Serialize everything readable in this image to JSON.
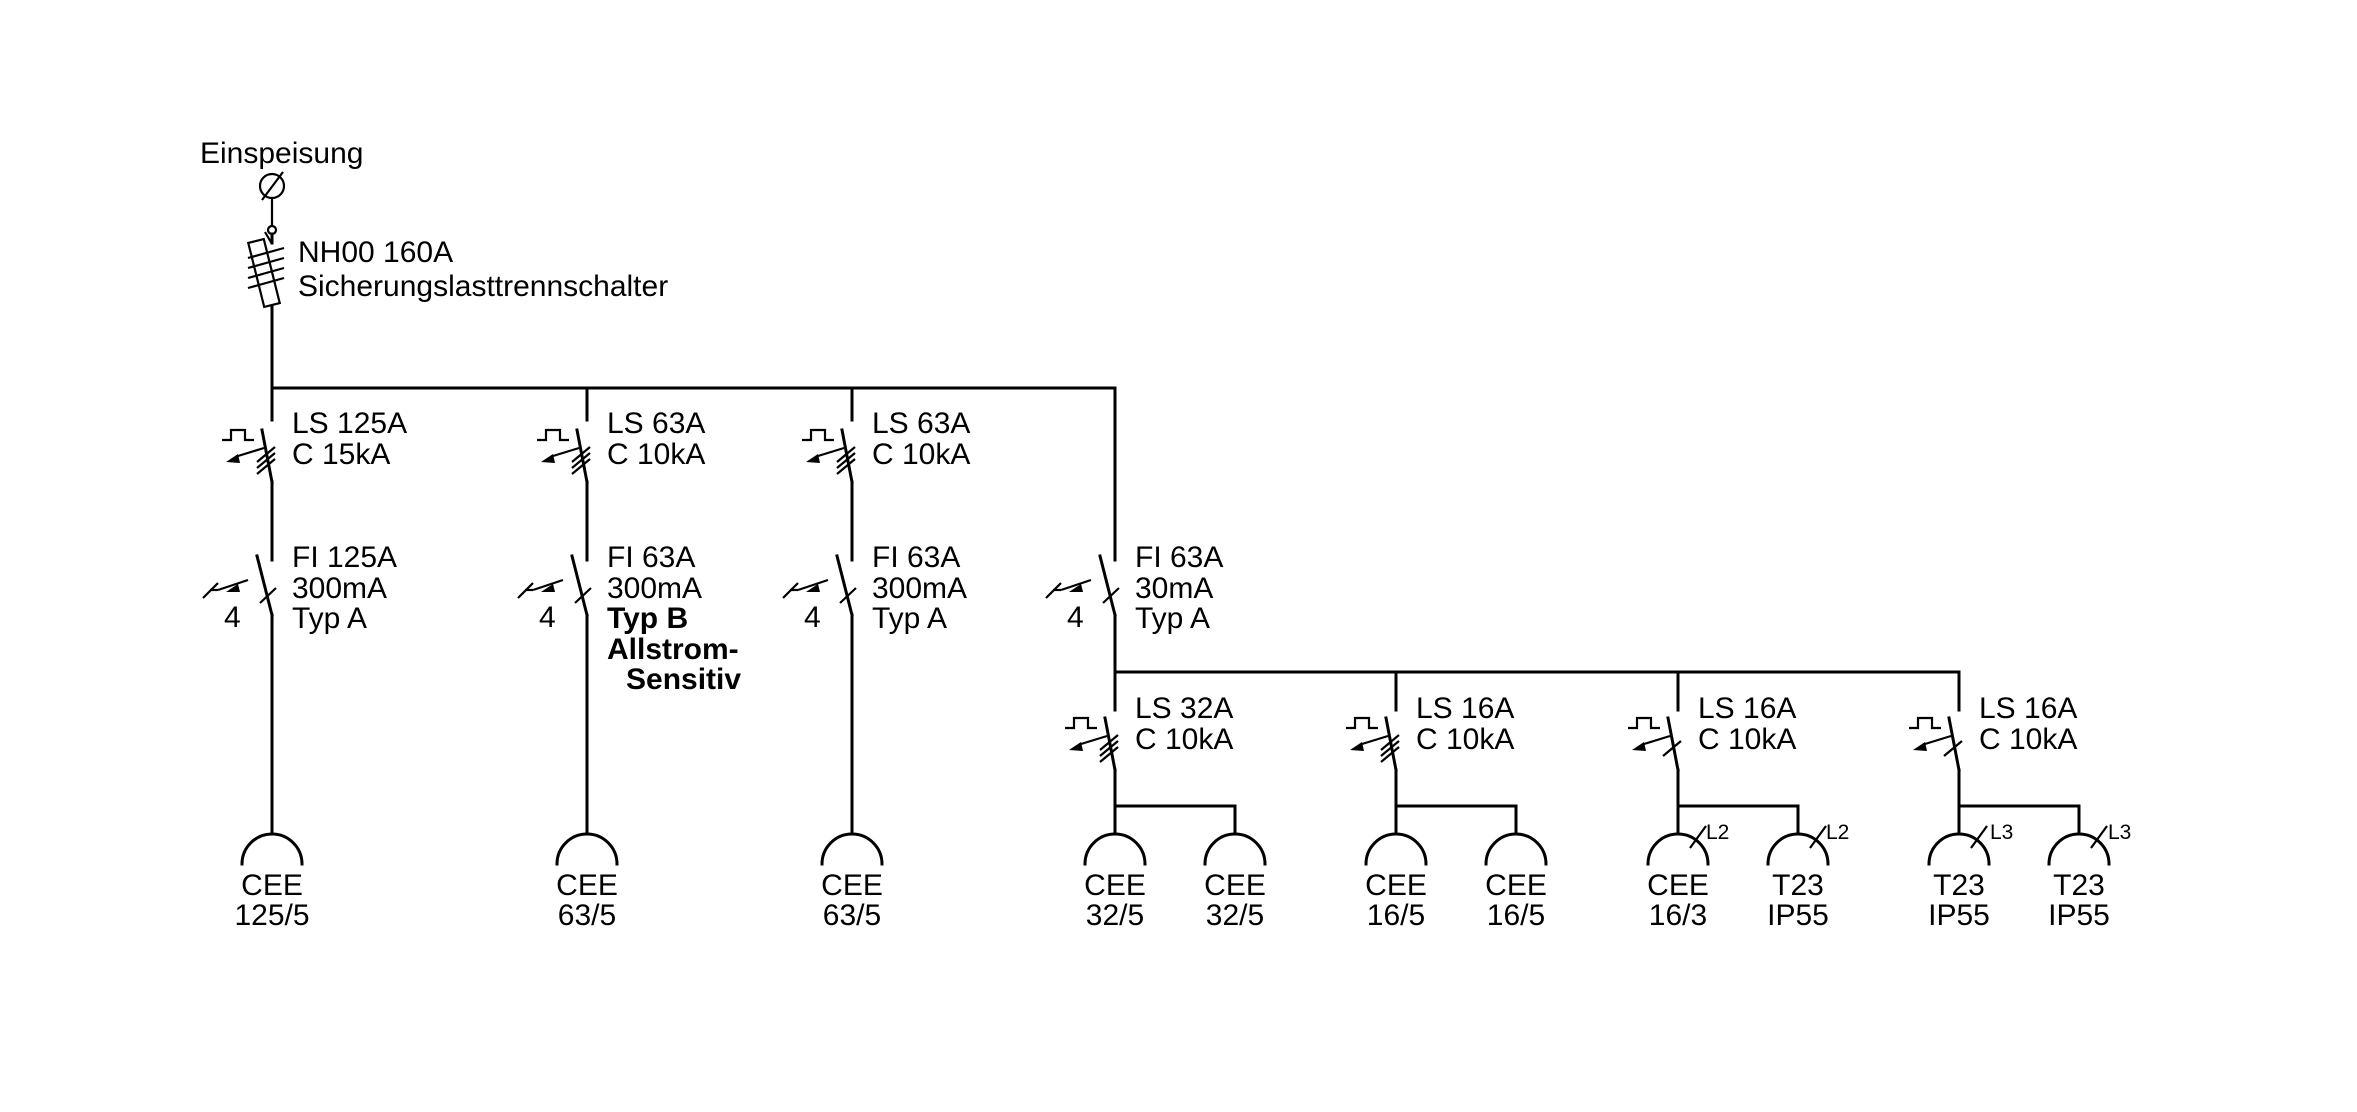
{
  "feed": {
    "label": "Einspeisung",
    "fuse_line1": "NH00 160A",
    "fuse_line2": "Sicherungslasttrennschalter"
  },
  "main_branches": [
    {
      "ls": [
        "LS 125A",
        "C 15kA"
      ],
      "fi": [
        "FI 125A",
        "300mA",
        "Typ A"
      ],
      "fi_poles": "4",
      "outlet": [
        "CEE",
        "125/5"
      ]
    },
    {
      "ls": [
        "LS 63A",
        "C 10kA"
      ],
      "fi": [
        "FI 63A",
        "300mA"
      ],
      "fi_bold": [
        "Typ B",
        "Allstrom-",
        "Sensitiv"
      ],
      "fi_poles": "4",
      "outlet": [
        "CEE",
        "63/5"
      ]
    },
    {
      "ls": [
        "LS 63A",
        "C 10kA"
      ],
      "fi": [
        "FI 63A",
        "300mA",
        "Typ A"
      ],
      "fi_poles": "4",
      "outlet": [
        "CEE",
        "63/5"
      ]
    },
    {
      "fi": [
        "FI 63A",
        "30mA",
        "Typ A"
      ],
      "fi_poles": "4"
    }
  ],
  "sub_branches": [
    {
      "ls": [
        "LS 32A",
        "C 10kA"
      ],
      "outlets": [
        [
          "CEE",
          "32/5"
        ],
        [
          "CEE",
          "32/5"
        ]
      ]
    },
    {
      "ls": [
        "LS 16A",
        "C 10kA"
      ],
      "outlets": [
        [
          "CEE",
          "16/5"
        ],
        [
          "CEE",
          "16/5"
        ]
      ]
    },
    {
      "ls": [
        "LS 16A",
        "C 10kA"
      ],
      "outlets": [
        [
          "CEE",
          "16/3"
        ],
        [
          "T23",
          "IP55"
        ]
      ],
      "phases": [
        "L2",
        "L2"
      ]
    },
    {
      "ls": [
        "LS 16A",
        "C 10kA"
      ],
      "outlets": [
        [
          "T23",
          "IP55"
        ],
        [
          "T23",
          "IP55"
        ]
      ],
      "phases": [
        "L3",
        "L3"
      ]
    }
  ]
}
